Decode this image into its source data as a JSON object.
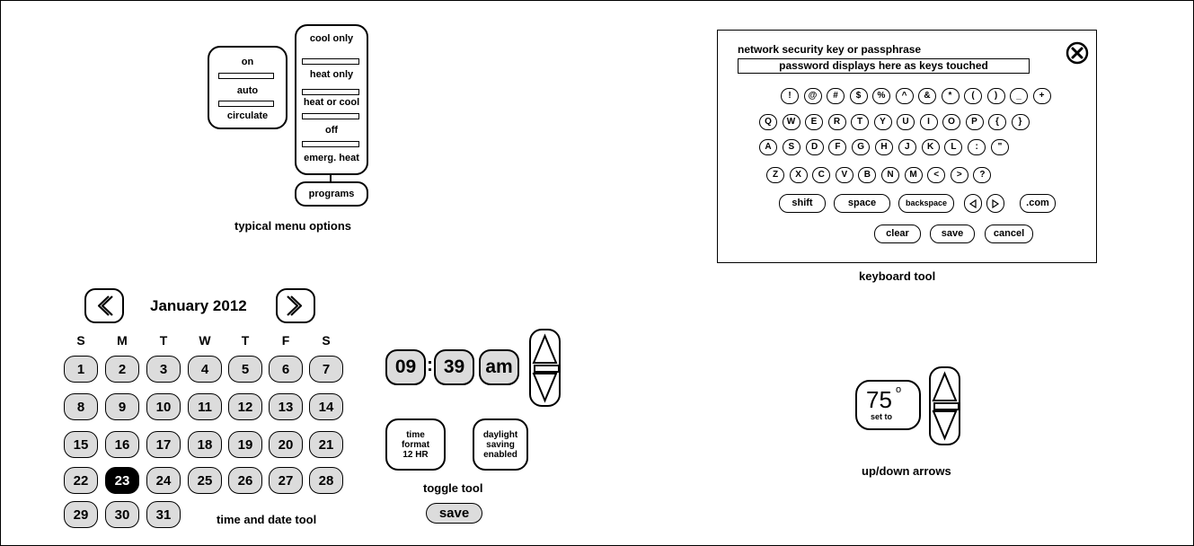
{
  "menu": {
    "left_options": [
      "on",
      "auto",
      "circulate"
    ],
    "right_options": [
      "cool only",
      "heat only",
      "heat or cool",
      "off",
      "emerg. heat"
    ],
    "programs_label": "programs",
    "caption": "typical menu options"
  },
  "keyboard": {
    "prompt": "network security key or passphrase",
    "field_text": "password displays here as keys touched",
    "close_icon": "close-x-icon",
    "rows": [
      [
        "!",
        "@",
        "#",
        "$",
        "%",
        "^",
        "&",
        "*",
        "(",
        ")",
        "_",
        "+"
      ],
      [
        "Q",
        "W",
        "E",
        "R",
        "T",
        "Y",
        "U",
        "I",
        "O",
        "P",
        "{",
        "}"
      ],
      [
        "A",
        "S",
        "D",
        "F",
        "G",
        "H",
        "J",
        "K",
        "L",
        ":",
        "\""
      ],
      [
        "Z",
        "X",
        "C",
        "V",
        "B",
        "N",
        "M",
        "<",
        ">",
        "?"
      ]
    ],
    "shift_label": "shift",
    "space_label": "space",
    "backspace_label": "backspace",
    "left_icon": "left-arrow-icon",
    "right_icon": "right-arrow-icon",
    "com_label": ".com",
    "clear_label": "clear",
    "save_label": "save",
    "cancel_label": "cancel",
    "caption": "keyboard tool"
  },
  "calendar": {
    "month_label": "January 2012",
    "prev_icon": "double-chevron-left-icon",
    "next_icon": "double-chevron-right-icon",
    "weekdays": [
      "S",
      "M",
      "T",
      "W",
      "T",
      "F",
      "S"
    ],
    "days": [
      "1",
      "2",
      "3",
      "4",
      "5",
      "6",
      "7",
      "8",
      "9",
      "10",
      "11",
      "12",
      "13",
      "14",
      "15",
      "16",
      "17",
      "18",
      "19",
      "20",
      "21",
      "22",
      "23",
      "24",
      "25",
      "26",
      "27",
      "28",
      "29",
      "30",
      "31"
    ],
    "selected_day": "23",
    "caption": "time and date tool"
  },
  "time": {
    "hour": "09",
    "separator": ":",
    "minute": "39",
    "ampm": "am",
    "up_icon": "up-arrow-icon",
    "down_icon": "down-arrow-icon",
    "format_lines": [
      "time",
      "format",
      "12 HR"
    ],
    "daylight_lines": [
      "daylight",
      "saving",
      "enabled"
    ],
    "toggle_caption": "toggle tool",
    "save_label": "save"
  },
  "thermostat": {
    "temperature": "75",
    "degree": "o",
    "set_label": "set to",
    "up_icon": "up-arrow-icon",
    "down_icon": "down-arrow-icon",
    "caption": "up/down arrows"
  }
}
